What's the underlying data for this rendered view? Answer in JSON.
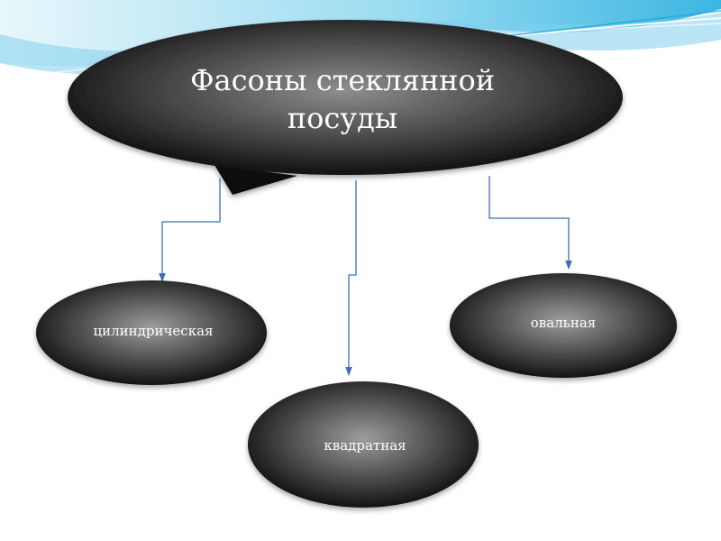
{
  "title": "Фасоны стеклянной посуды",
  "nodes": {
    "cylindrical": "цилиндрическая",
    "oval": "овальная",
    "square": "квадратная"
  },
  "colors": {
    "node_center": "#9a9a9a",
    "node_edge": "#050505",
    "connector": "#3f6fb5",
    "wave_light": "#dff3fb",
    "wave_mid": "#8fd6ee",
    "wave_dark": "#2fb3e0"
  }
}
